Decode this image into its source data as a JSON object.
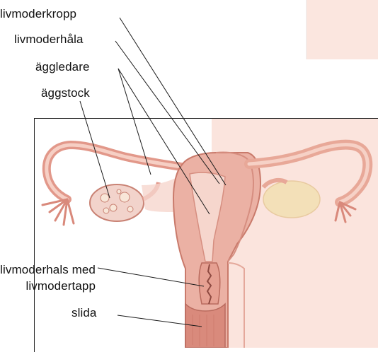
{
  "labels": {
    "livmoderkropp": "livmoderkropp",
    "livmoderhala": "livmoderhåla",
    "aggledare": "äggledare",
    "aggstock": "äggstock",
    "livmoderhals_line1": "livmoderhals med",
    "livmoderhals_line2": "livmodertapp",
    "slida": "slida"
  },
  "colors": {
    "tissue_light": "#f3c9be",
    "tissue_mid": "#e7a394",
    "tissue_dark": "#c9756a",
    "cavity": "#f6d6cd",
    "background_tint": "#fbe4dd",
    "ovary_yellow": "#f3e0b5",
    "leader_line": "#1a1a1a"
  }
}
